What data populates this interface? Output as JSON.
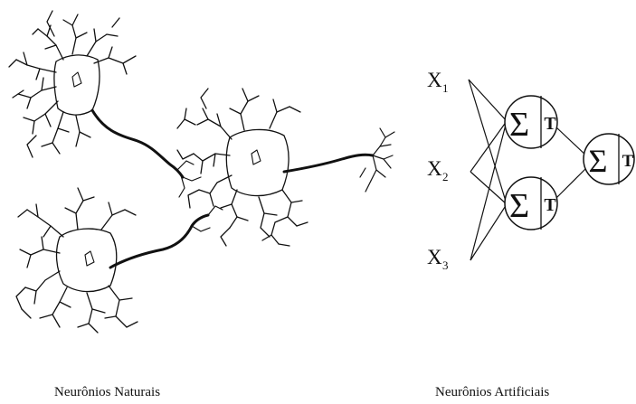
{
  "figure": {
    "natural_caption": "Neurônios Naturais",
    "artificial_caption": "Neurônios Artificiais"
  },
  "artificial_network": {
    "inputs": [
      {
        "var": "X",
        "sub": "1"
      },
      {
        "var": "X",
        "sub": "2"
      },
      {
        "var": "X",
        "sub": "3"
      }
    ],
    "neurons": [
      {
        "sum_symbol": "Σ",
        "activation": "T"
      },
      {
        "sum_symbol": "Σ",
        "activation": "T"
      },
      {
        "sum_symbol": "Σ",
        "activation": "T"
      }
    ]
  }
}
